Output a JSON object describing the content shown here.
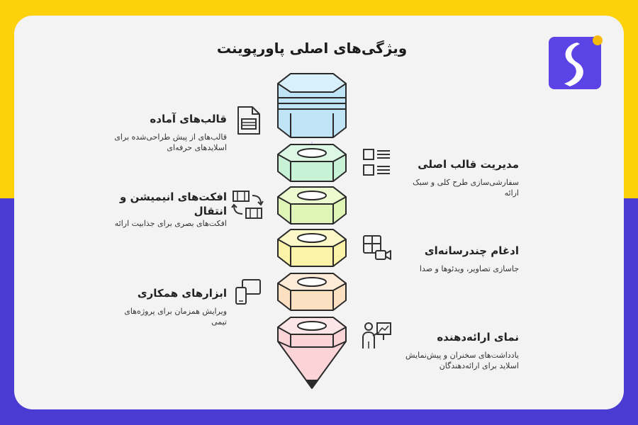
{
  "title": "ویژگی‌های اصلی پاورپوینت",
  "features": {
    "templates": {
      "heading": "قالب‌های آماده",
      "desc": "قالب‌های از پیش طراحی‌شده برای اسلایدهای حرفه‌ای"
    },
    "animation": {
      "heading": "افکت‌های انیمیشن و انتقال",
      "desc": "افکت‌های بصری برای جذابیت ارائه"
    },
    "collab": {
      "heading": "ابزارهای همکاری",
      "desc": "ویرایش همزمان برای پروژه‌های تیمی"
    },
    "master": {
      "heading": "مدیریت قالب اصلی",
      "desc": "سفارشی‌سازی طرح کلی و سبک ارائه"
    },
    "multimedia": {
      "heading": "ادغام چندرسانه‌ای",
      "desc": "جاسازی تصاویر، ویدئوها و صدا"
    },
    "presenter": {
      "heading": "نمای ارائه‌دهنده",
      "desc": "یادداشت‌های سخنران و پیش‌نمایش اسلاید برای ارائه‌دهندگان"
    }
  },
  "colors": {
    "frame_top": "#fdd20a",
    "frame_bottom": "#4a3bd2",
    "card": "#f3f3f3",
    "logo": "#5b43e6"
  },
  "icons": [
    "document-icon",
    "slides-layout-icon",
    "film-transition-icon",
    "multimedia-icon",
    "devices-icon",
    "presenter-icon",
    "brand-logo"
  ]
}
